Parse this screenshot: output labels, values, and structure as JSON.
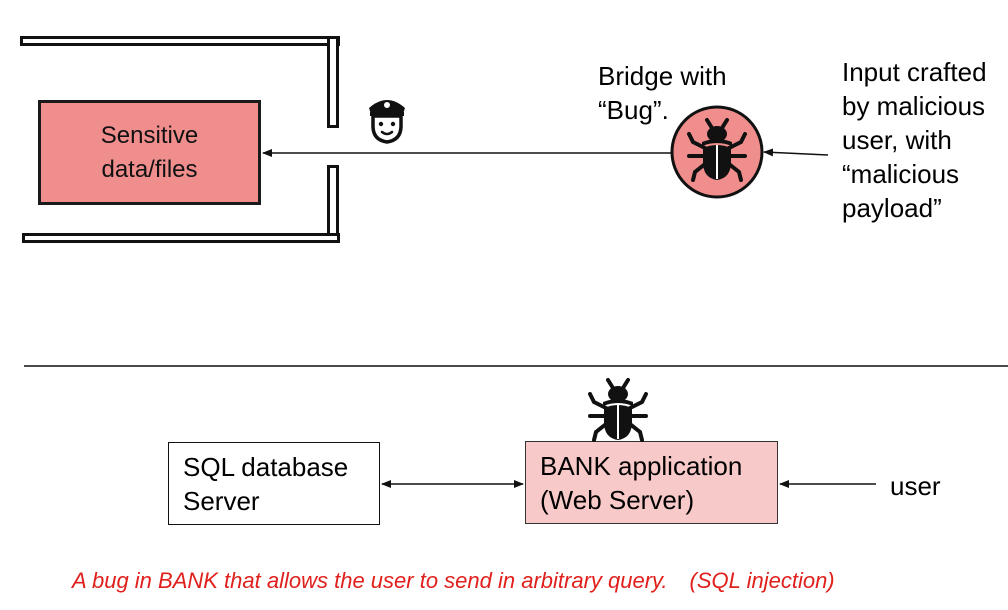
{
  "top_diagram": {
    "sensitive_box": {
      "line1": "Sensitive",
      "line2": "data/files"
    },
    "bridge_label": {
      "line1": "Bridge with",
      "line2": "“Bug”."
    },
    "input_label": [
      "Input crafted",
      "by malicious",
      "user, with",
      "“malicious",
      "payload”"
    ],
    "icons": {
      "guard": "police-officer-icon",
      "bug": "bug-icon"
    }
  },
  "bottom_diagram": {
    "sql_box": {
      "line1": "SQL database",
      "line2": "Server"
    },
    "bank_box": {
      "line1": "BANK application",
      "line2": "(Web Server)"
    },
    "user_label": "user",
    "icons": {
      "bug": "bug-icon"
    }
  },
  "caption": {
    "main": "A bug in BANK that allows the user to send in arbitrary query.",
    "aside": "(SQL injection)"
  },
  "colors": {
    "sensitive_fill": "#f08e8e",
    "bank_fill": "#f8c9c9",
    "bug_circle_fill": "#f08e8e",
    "caption": "#e0201c"
  }
}
